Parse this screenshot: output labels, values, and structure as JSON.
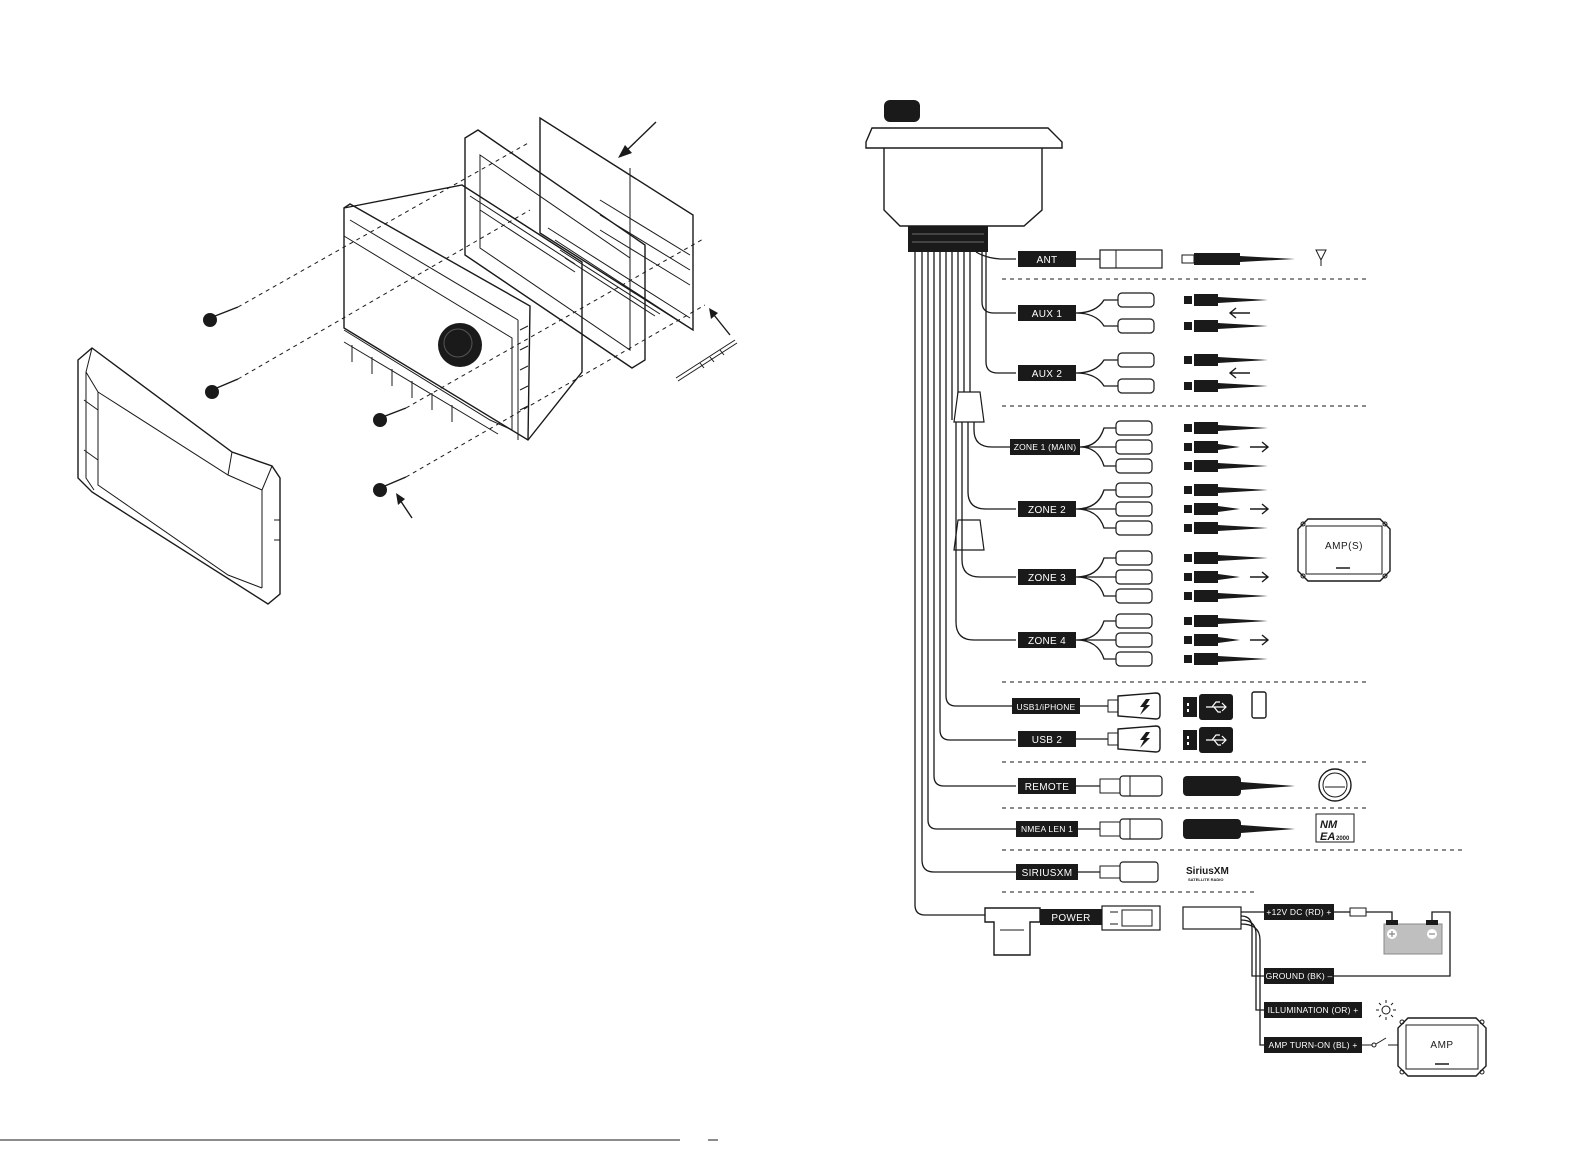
{
  "labels": {
    "ant": "ANT",
    "aux1": "AUX 1",
    "aux2": "AUX 2",
    "zone1": "ZONE 1 (MAIN)",
    "zone2": "ZONE 2",
    "zone3": "ZONE 3",
    "zone4": "ZONE 4",
    "usb1": "USB1/iPHONE",
    "usb2": "USB 2",
    "remote": "REMOTE",
    "nmea": "NMEA LEN 1",
    "siriusxm": "SIRIUSXM",
    "power": "POWER"
  },
  "power_leads": {
    "plus12v": "+12V DC (RD) +",
    "ground": "GROUND (BK) –",
    "illumination": "ILLUMINATION (OR) +",
    "amp_turn_on": "AMP TURN-ON (BL) +"
  },
  "devices": {
    "amps": "AMP(S)",
    "amp": "AMP"
  },
  "logos": {
    "nmea_top": "NM",
    "nmea_bottom": "EA",
    "nmea_year": "2000",
    "siriusxm": "SiriusXM",
    "siriusxm_sub": "SATELLITE RADIO"
  }
}
